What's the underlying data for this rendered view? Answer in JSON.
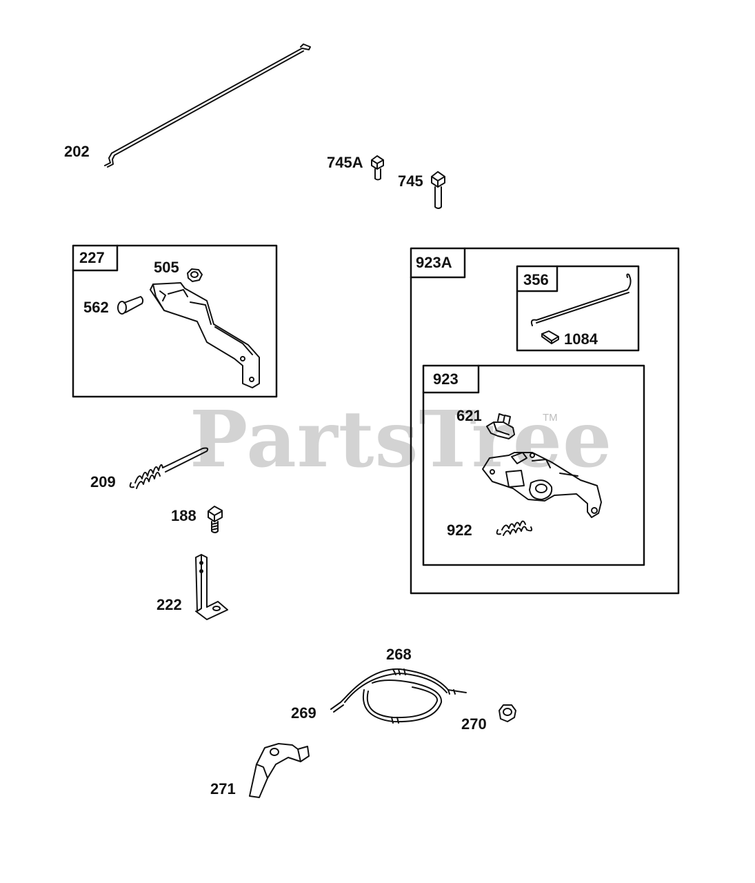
{
  "watermark": {
    "text": "PartsTree",
    "trademark": "TM"
  },
  "parts": {
    "p202": "202",
    "p745a": "745A",
    "p745": "745",
    "p505": "505",
    "p562": "562",
    "p209": "209",
    "p188": "188",
    "p222": "222",
    "p621": "621",
    "p922": "922",
    "p1084": "1084",
    "p268": "268",
    "p269": "269",
    "p270": "270",
    "p271": "271"
  },
  "kits": {
    "k227": "227",
    "k923a": "923A",
    "k356": "356",
    "k923": "923"
  },
  "colors": {
    "line": "#111111",
    "watermark": "#d3d3d3"
  }
}
